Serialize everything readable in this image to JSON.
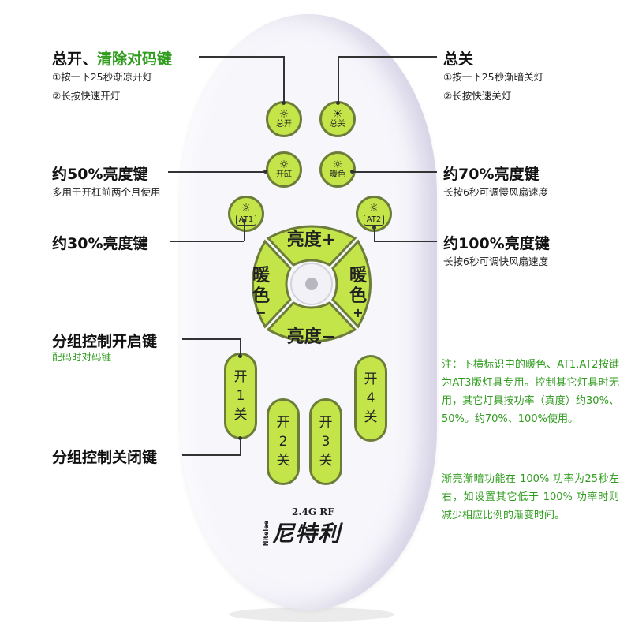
{
  "annotations": {
    "master_on": {
      "title_black": "总开、",
      "title_green": "清除对码键",
      "lines": [
        "①按一下25秒渐凉开灯",
        "②长按快速开灯"
      ]
    },
    "master_off": {
      "title": "总关",
      "lines": [
        "①按一下25秒渐暗关灯",
        "②长按快速关灯"
      ]
    },
    "b50": {
      "title": "约50%亮度键",
      "sub": "多用于开杠前两个月使用"
    },
    "b70": {
      "title": "约70%亮度键",
      "sub": "长按6秒可调慢风扇速度"
    },
    "b30": {
      "title": "约30%亮度键"
    },
    "b100": {
      "title": "约100%亮度键",
      "sub": "长按6秒可调快风扇速度"
    },
    "group_on": {
      "title": "分组控制开启键",
      "sub": "配码时对码键"
    },
    "group_off": {
      "title": "分组控制关闭键"
    }
  },
  "remote": {
    "buttons": {
      "all_on": "总开",
      "all_off": "总关",
      "open_tank": "开缸",
      "warm": "暖色",
      "at1": "AT1",
      "at2": "AT2",
      "bright_up": "亮度+",
      "bright_down": "亮度−",
      "warm_minus": [
        "暖",
        "色",
        "−"
      ],
      "warm_plus": [
        "暖",
        "色",
        "+"
      ],
      "groups": [
        {
          "on": "开",
          "num": "1",
          "off": "关"
        },
        {
          "on": "开",
          "num": "2",
          "off": "关"
        },
        {
          "on": "开",
          "num": "3",
          "off": "关"
        },
        {
          "on": "开",
          "num": "4",
          "off": "关"
        }
      ]
    },
    "brand": {
      "rf": "2.4G RF",
      "name": "尼特利",
      "prefix": "Nitelee"
    }
  },
  "notes": {
    "p1": "注：下横标识中的暖色、AT1.AT2按键为AT3版灯具专用。控制其它灯具时无用，其它灯具按功率（真度）约30%、50%。约70%、100%使用。",
    "p2": "渐亮渐暗功能在 100% 功率为25秒左右，如设置其它低于 100% 功率时则减少相应比例的渐变时间。"
  },
  "colors": {
    "button_green": "#c3e54a",
    "accent_green": "#2f9c1e"
  }
}
